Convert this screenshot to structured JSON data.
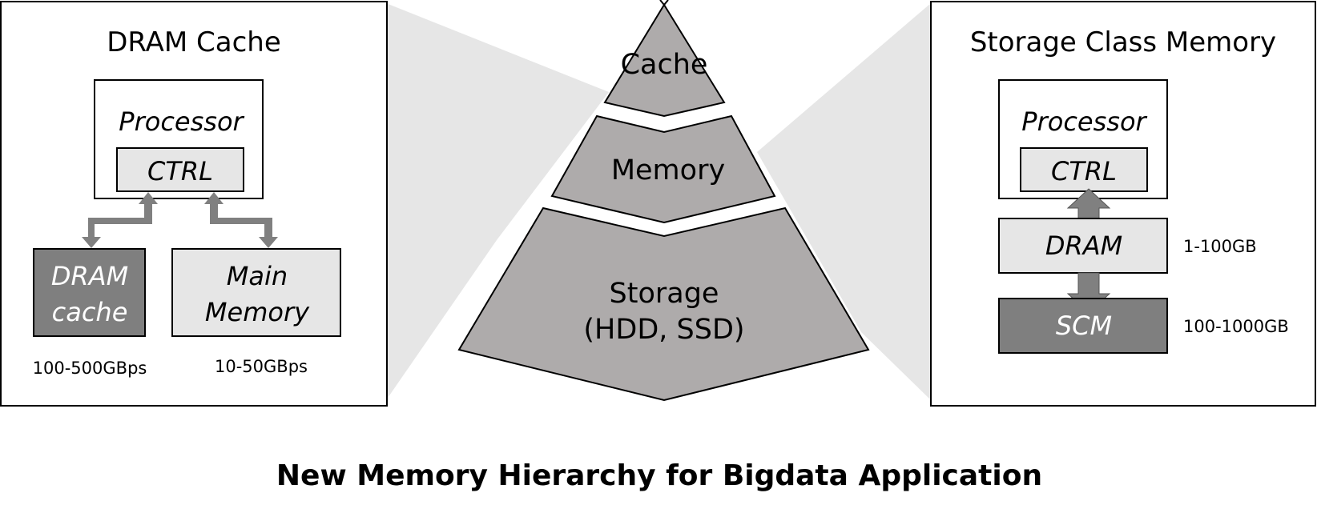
{
  "left_panel": {
    "title": "DRAM Cache",
    "processor_label": "Processor",
    "ctrl_label": "CTRL",
    "dram_cache_line1": "DRAM",
    "dram_cache_line2": "cache",
    "main_memory_line1": "Main",
    "main_memory_line2": "Memory",
    "dram_cache_bandwidth": "100-500GBps",
    "main_memory_bandwidth": "10-50GBps"
  },
  "pyramid": {
    "top_label": "Cache",
    "middle_label": "Memory",
    "bottom_line1": "Storage",
    "bottom_line2": "(HDD, SSD)"
  },
  "right_panel": {
    "title": "Storage Class Memory",
    "processor_label": "Processor",
    "ctrl_label": "CTRL",
    "dram_label": "DRAM",
    "scm_label": "SCM",
    "dram_capacity": "1-100GB",
    "scm_capacity": "100-1000GB"
  },
  "caption": "New Memory Hierarchy for Bigdata Application",
  "colors": {
    "light_box": "#e6e6e6",
    "dark_box": "#7f7f7f",
    "pyramid_fill": "#aeabab",
    "arrow": "#808080",
    "projection": "#e6e6e6"
  }
}
